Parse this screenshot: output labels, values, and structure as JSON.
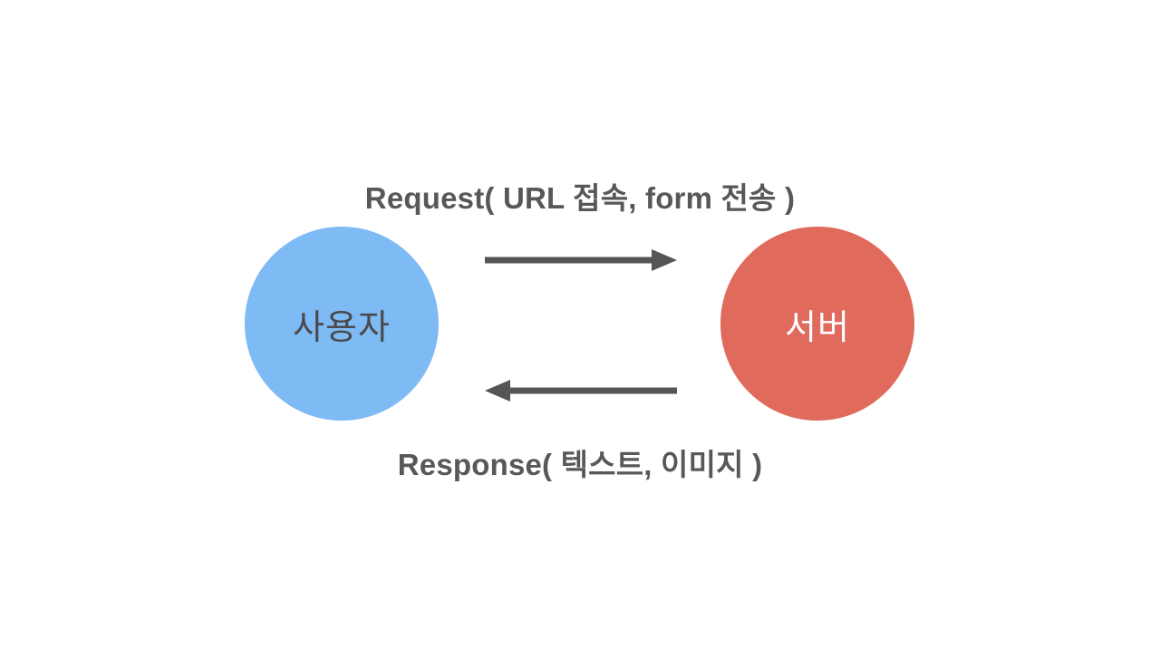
{
  "diagram": {
    "request_label": "Request( URL 접속, form 전송 )",
    "response_label": "Response( 텍스트, 이미지 )",
    "user_label": "사용자",
    "server_label": "서버"
  },
  "colors": {
    "background": "#ffffff",
    "user-circle": "#7ebaf4",
    "server-circle": "#e06a5c",
    "arrow": "#555557",
    "label-text": "#58585a",
    "user-label-text": "#4a4a4c",
    "server-label-text": "#ffffff"
  }
}
